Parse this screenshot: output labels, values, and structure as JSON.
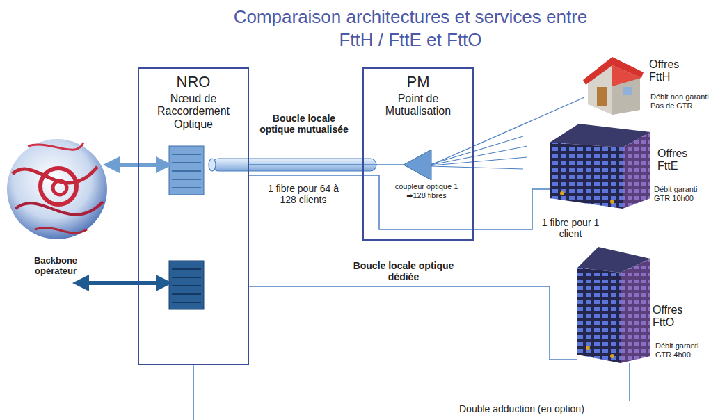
{
  "diagram": {
    "title": "Comparaison architectures et services entre FttH / FttE et FttO",
    "nodes": [
      {
        "text": [
          "Backbone opérateur"
        ]
      },
      {
        "text": [
          "NRO",
          "Nœud de Raccordement Optique"
        ]
      },
      {
        "text": [
          "PM",
          "Point de Mutualisation"
        ]
      },
      {
        "text": [
          "coupleur optique 1 ➡128 fibres"
        ],
        "in": 2
      },
      {
        "text": [
          "Offres FttH",
          "Débit non garanti Pas de GTR"
        ]
      },
      {
        "text": [
          "Offres FttE",
          "Débit garanti GTR 10h00"
        ]
      },
      {
        "text": [
          "Offres FttO",
          "Débit garanti GTR 4h00"
        ]
      }
    ],
    "edges": [
      {
        "from": 0,
        "to": 1,
        "arrow": "both"
      },
      {
        "from": 0,
        "to": 1,
        "arrow": "both"
      },
      {
        "from": 1,
        "to": 3,
        "label": "Boucle locale optique mutualisée",
        "arrow": "none"
      },
      {
        "from": 3,
        "to": 4,
        "arrow": "none"
      },
      {
        "from": 1,
        "to": 5,
        "arrow": "none"
      },
      {
        "from": 1,
        "to": 6,
        "label": "Boucle locale optique dédiée",
        "arrow": "none"
      }
    ],
    "labels": [
      "1 fibre pour 64 à 128 clients",
      "1 fibre pour 1 client",
      "Double adduction (en option)"
    ]
  }
}
